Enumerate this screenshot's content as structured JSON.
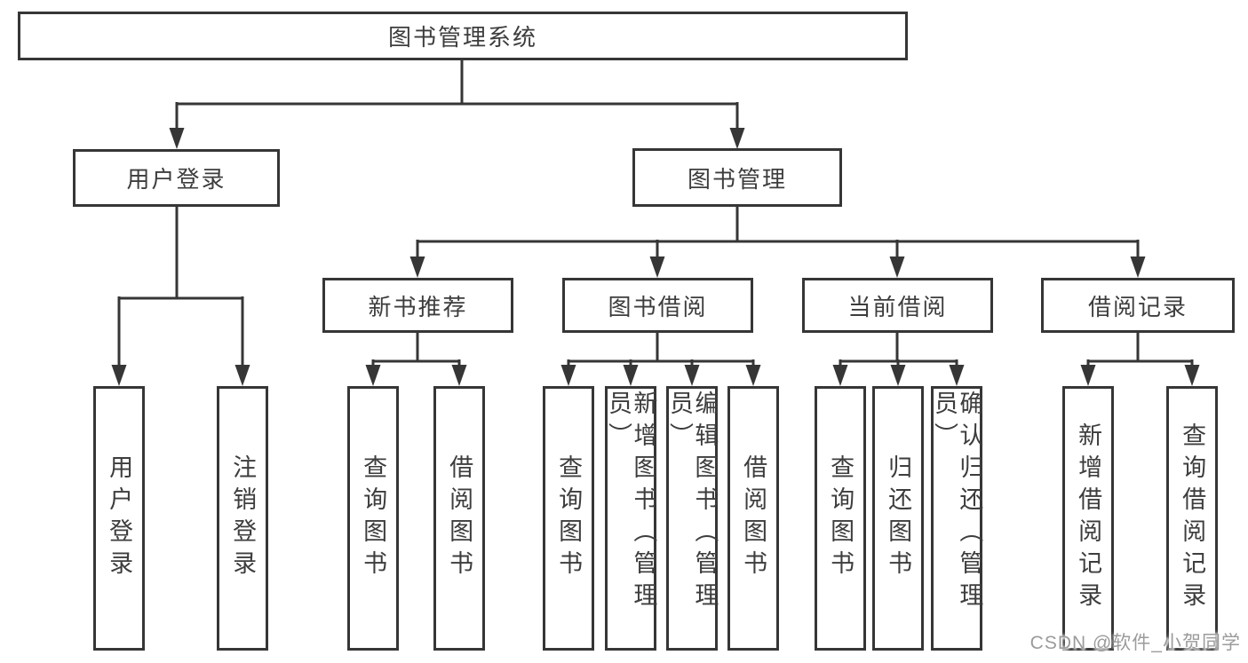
{
  "diagram_title": "图书管理系统",
  "tree": {
    "label": "图书管理系统",
    "children": [
      {
        "label": "用户登录",
        "children": [
          {
            "label": "用户登录"
          },
          {
            "label": "注销登录"
          }
        ]
      },
      {
        "label": "图书管理",
        "children": [
          {
            "label": "新书推荐",
            "children": [
              {
                "label": "查询图书"
              },
              {
                "label": "借阅图书"
              }
            ]
          },
          {
            "label": "图书借阅",
            "children": [
              {
                "label": "查询图书"
              },
              {
                "label": "新增图书（管理员）"
              },
              {
                "label": "编辑图书（管理员）"
              },
              {
                "label": "借阅图书"
              }
            ]
          },
          {
            "label": "当前借阅",
            "children": [
              {
                "label": "查询图书"
              },
              {
                "label": "归还图书"
              },
              {
                "label": "确认归还（管理员）"
              }
            ]
          },
          {
            "label": "借阅记录",
            "children": [
              {
                "label": "新增借阅记录"
              },
              {
                "label": "查询借阅记录"
              }
            ]
          }
        ]
      }
    ]
  },
  "watermark": "CSDN @软件_小贺同学",
  "colors": {
    "line": "#363636",
    "text": "#3d3d3d",
    "background": "#ffffff",
    "watermark": "#9b9b9b"
  }
}
